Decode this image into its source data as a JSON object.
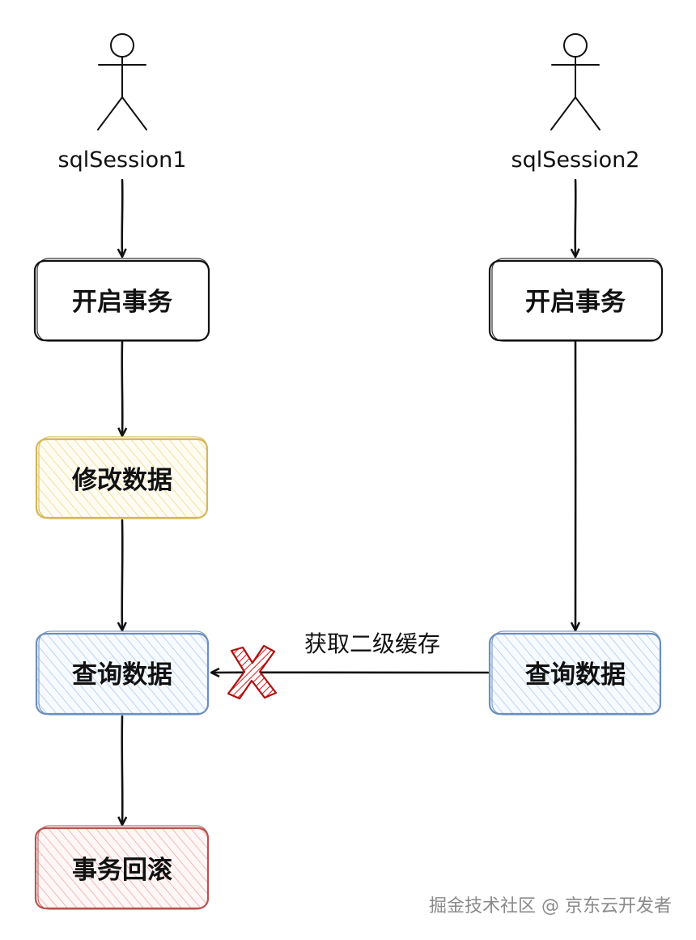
{
  "actors": {
    "session1": "sqlSession1",
    "session2": "sqlSession2"
  },
  "nodes": {
    "s1_begin": "开启事务",
    "s1_update": "修改数据",
    "s1_query": "查询数据",
    "s1_rollback": "事务回滚",
    "s2_begin": "开启事务",
    "s2_query": "查询数据"
  },
  "edges": {
    "cache_access": "获取二级缓存"
  },
  "colors": {
    "line": "#111111",
    "update_fill": "#fff2cc",
    "update_stroke": "#d6b656",
    "query_fill": "#dae8fc",
    "query_stroke": "#6c8ebf",
    "rollback_fill": "#f8cecc",
    "rollback_stroke": "#b85450",
    "blocked_mark": "#cc1111"
  },
  "icons": {
    "blocked": "cross-mark-icon",
    "actor": "stick-figure-icon"
  },
  "watermark": "掘金技术社区 @ 京东云开发者"
}
